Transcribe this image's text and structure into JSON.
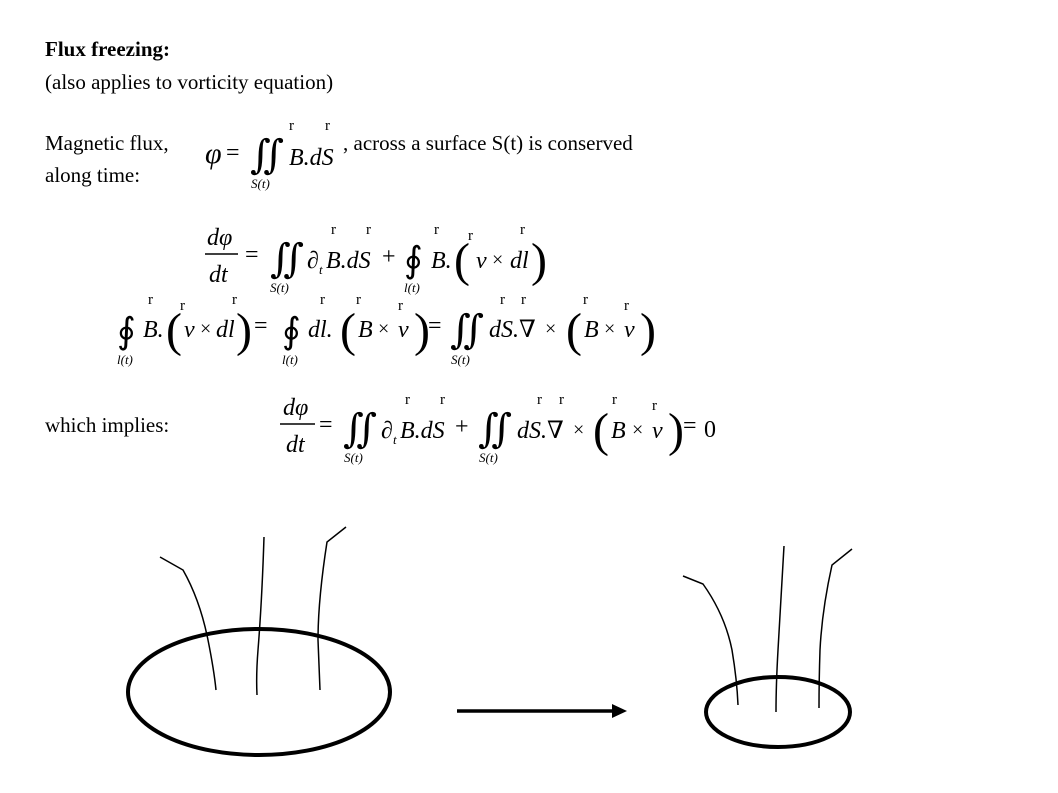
{
  "slide": {
    "title": "Flux freezing:",
    "subtitle": "(also applies to vorticity equation)",
    "line1_prefix": "Magnetic flux,",
    "line1_suffix": ", across a surface S(t) is conserved",
    "line2": "along time:",
    "implies": "which implies:"
  },
  "math": {
    "phi": "φ",
    "equals": "=",
    "double_integral": "∬",
    "contour_integral": "∮",
    "dot_B_dS": "B.dS",
    "S_t": "S(t)",
    "l_t": "l(t)",
    "vector_mark": "r",
    "dphi": "dφ",
    "dt": "dt",
    "partial_t": "∂",
    "t_sub": "t",
    "B_dS": "B.dS",
    "plus": "+",
    "B_dot": "B.",
    "v": "v",
    "times": "×",
    "dl": "dl",
    "dl_dot": "dl.",
    "B": "B",
    "dS_nabla": "dS.∇",
    "zero": "0",
    "lparen": "(",
    "rparen": ")"
  },
  "colors": {
    "ink": "#000000",
    "background": "#ffffff"
  }
}
